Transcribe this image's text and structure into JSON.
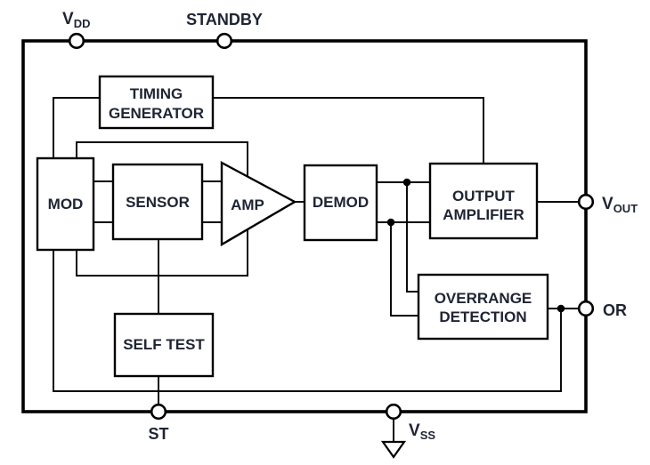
{
  "diagram": {
    "title": "functional-block-diagram",
    "blocks": {
      "timing_generator": {
        "line1": "TIMING",
        "line2": "GENERATOR"
      },
      "mod": {
        "label": "MOD"
      },
      "sensor": {
        "label": "SENSOR"
      },
      "amp": {
        "label": "AMP",
        "shape": "right-pointing-triangle"
      },
      "demod": {
        "label": "DEMOD"
      },
      "output_amplifier": {
        "line1": "OUTPUT",
        "line2": "AMPLIFIER"
      },
      "overrange_detection": {
        "line1": "OVERRANGE",
        "line2": "DETECTION"
      },
      "self_test": {
        "label": "SELF TEST"
      }
    },
    "pins": {
      "vdd": {
        "base": "V",
        "sub": "DD"
      },
      "standby": {
        "label": "STANDBY"
      },
      "vout": {
        "base": "V",
        "sub": "OUT"
      },
      "or": {
        "label": "OR"
      },
      "st": {
        "label": "ST"
      },
      "vss": {
        "base": "V",
        "sub": "SS",
        "icon": "ground-icon"
      }
    },
    "colors": {
      "line": "#000000",
      "text": "#1f2433",
      "background": "#ffffff"
    }
  }
}
